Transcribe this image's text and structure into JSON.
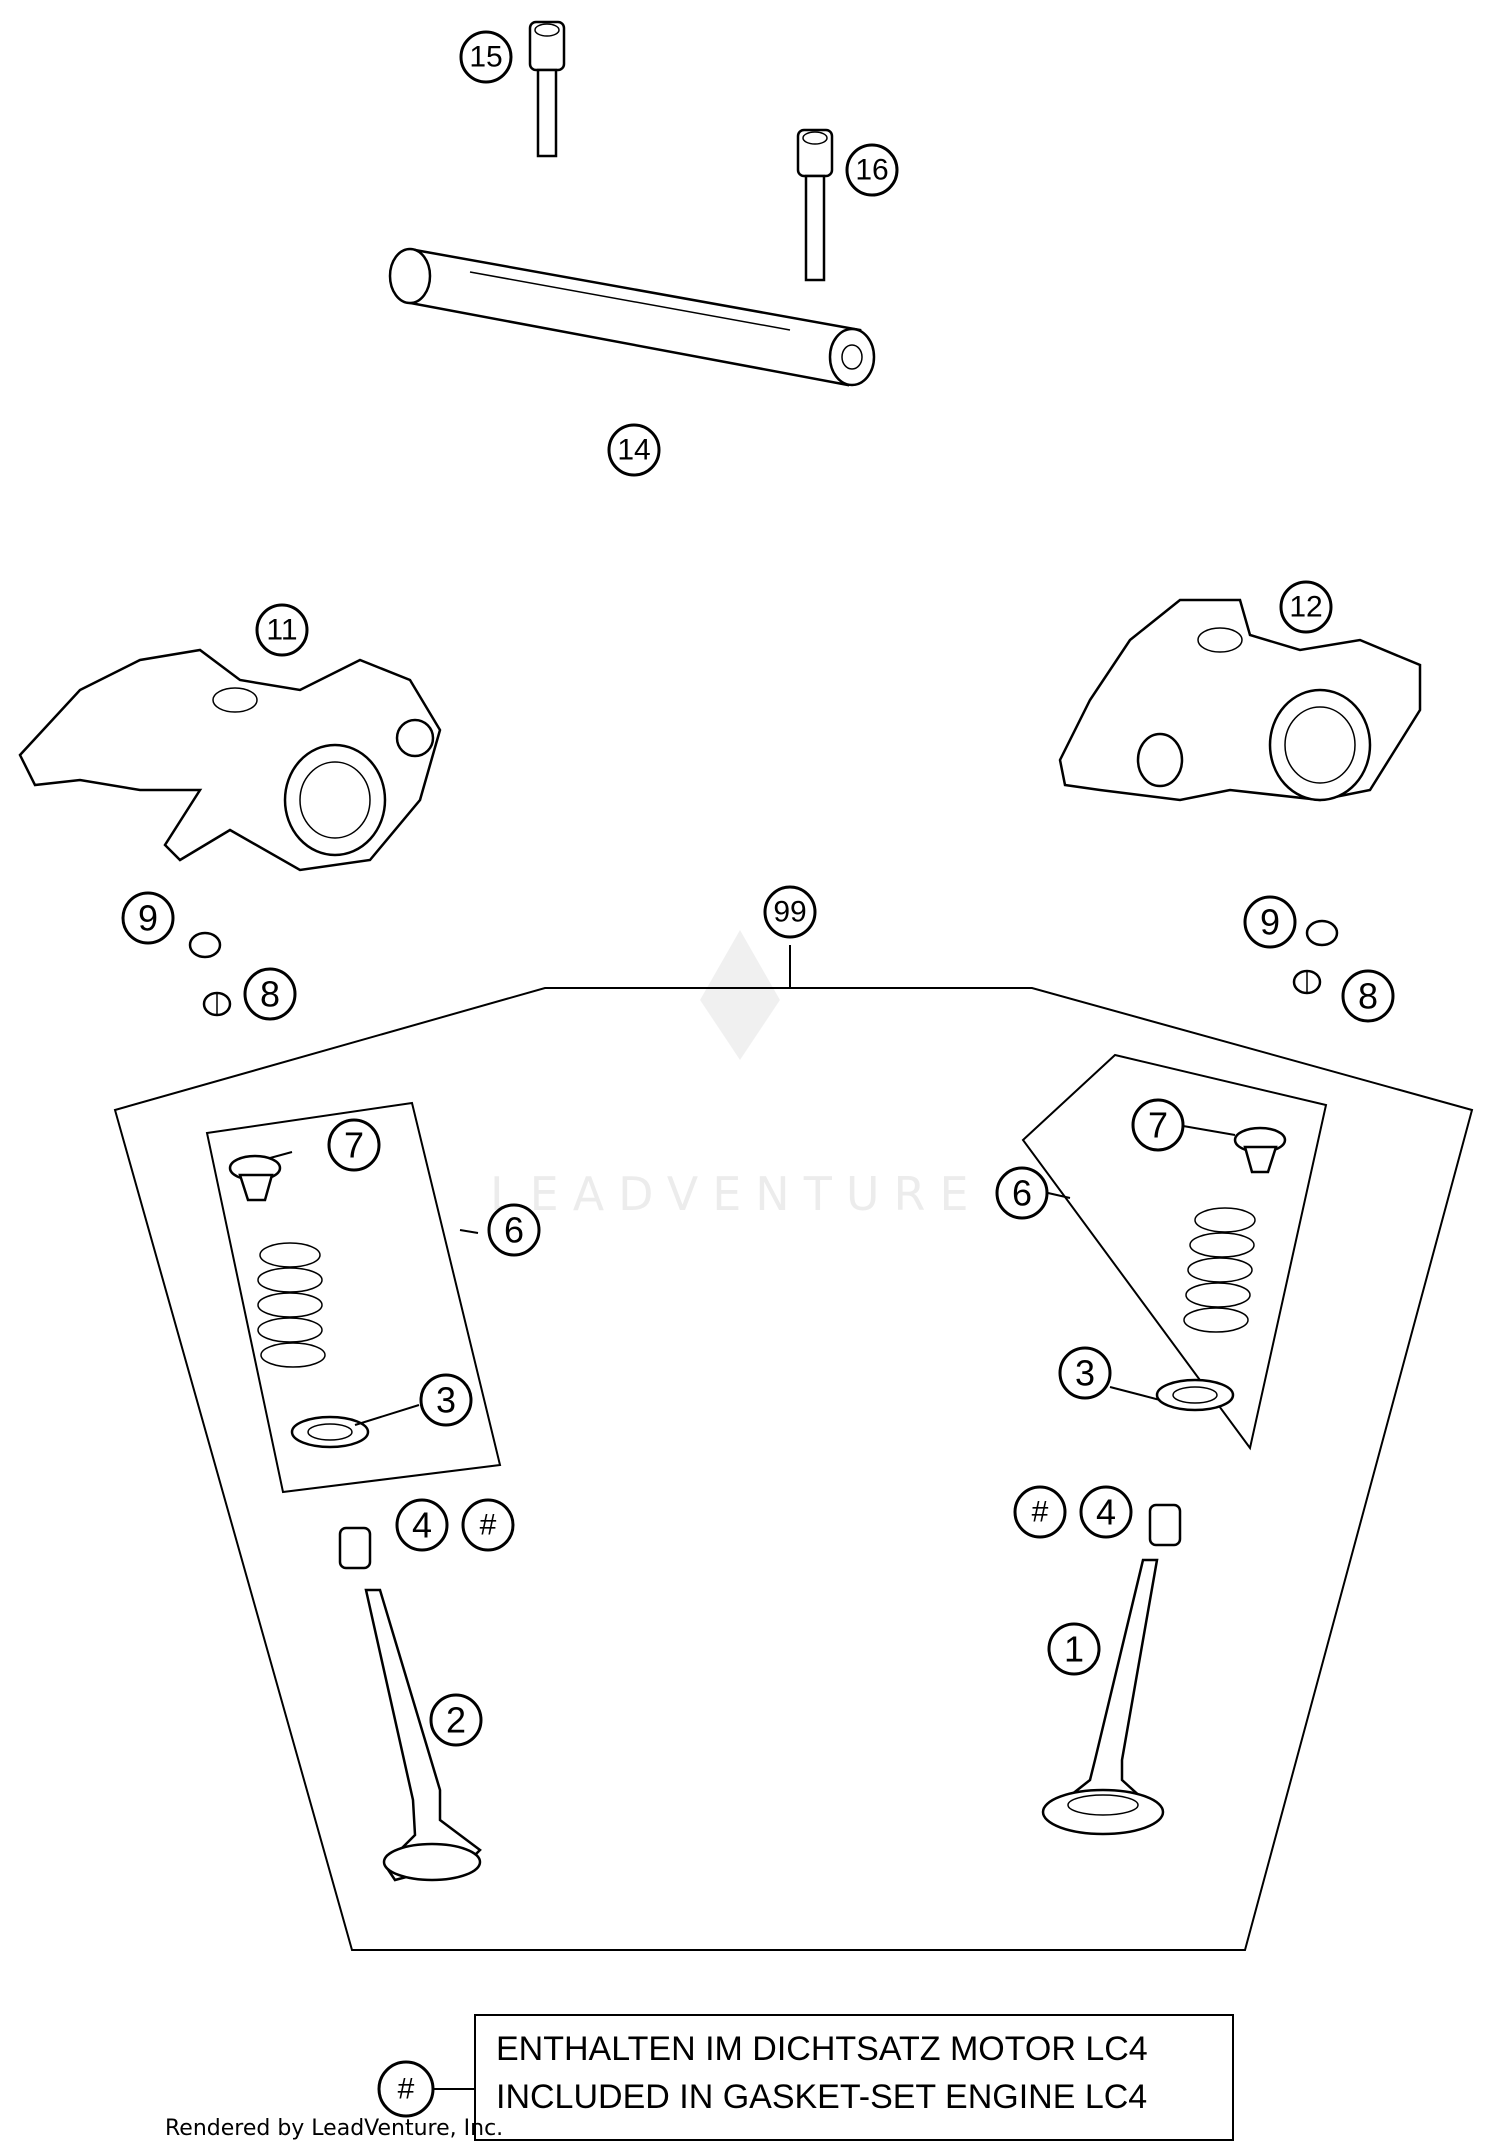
{
  "callouts": {
    "c15": "15",
    "c16": "16",
    "c14": "14",
    "c11": "11",
    "c12": "12",
    "c99": "99",
    "c9_left": "9",
    "c8_left": "8",
    "c9_right": "9",
    "c8_right": "8",
    "c7_left": "7",
    "c6_left": "6",
    "c3_left": "3",
    "c7_right": "7",
    "c6_right": "6",
    "c3_right": "3",
    "c4_left": "4",
    "hash_left": "#",
    "c4_right": "4",
    "hash_right": "#",
    "c2": "2",
    "c1": "1",
    "hash_legend": "#"
  },
  "legend": {
    "line1": "ENTHALTEN IM DICHTSATZ MOTOR LC4",
    "line2": "INCLUDED IN GASKET-SET ENGINE LC4"
  },
  "credit": "Rendered by LeadVenture, Inc.",
  "watermark": "LEADVENTURE"
}
